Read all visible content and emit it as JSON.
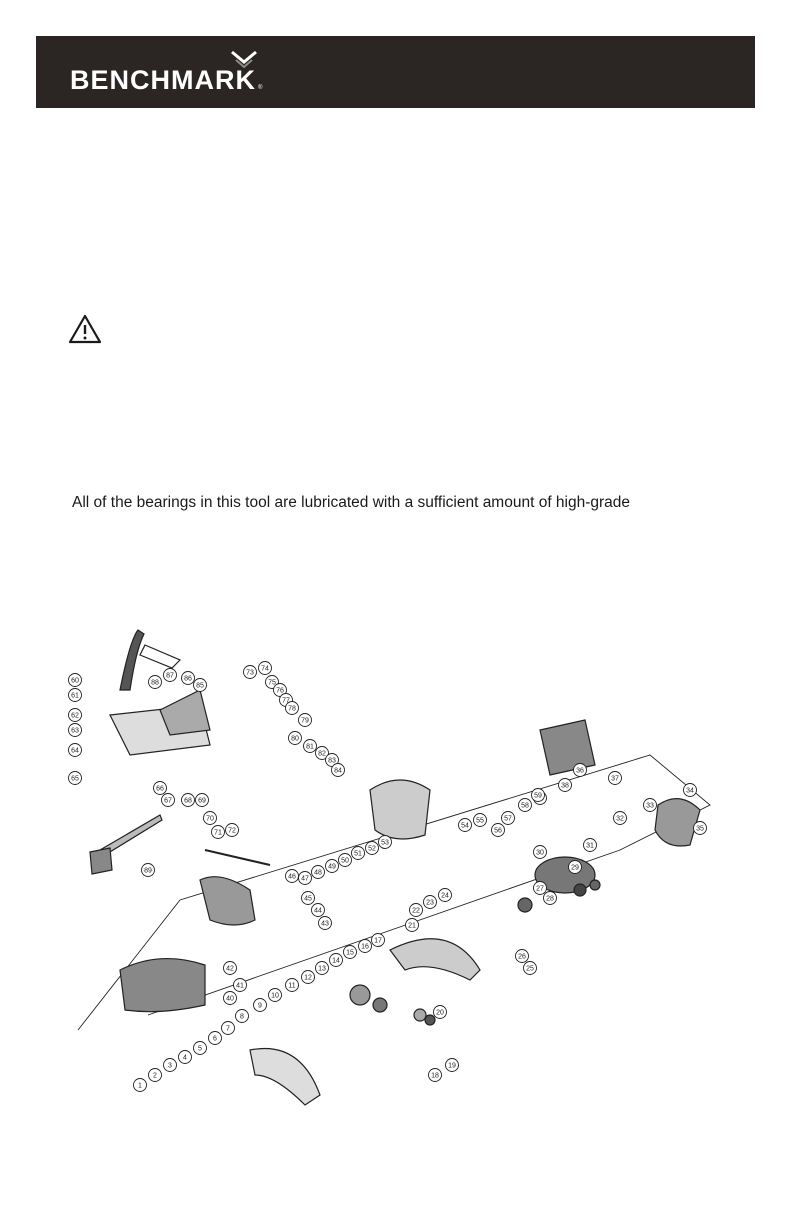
{
  "header": {
    "brand": "BENCHMARK",
    "reg_mark": "®"
  },
  "warning_icon": "warning-triangle-icon",
  "body_text": "All of the bearings in this tool are lubricated with a sufficient amount of high-grade",
  "diagram": {
    "part_labels": [
      "1",
      "2",
      "3",
      "4",
      "5",
      "6",
      "7",
      "8",
      "9",
      "10",
      "11",
      "12",
      "13",
      "14",
      "15",
      "16",
      "17",
      "18",
      "19",
      "20",
      "21",
      "22",
      "23",
      "24",
      "25",
      "26",
      "27",
      "28",
      "29",
      "30",
      "31",
      "32",
      "33",
      "34",
      "35",
      "36",
      "37",
      "38",
      "39",
      "40",
      "41",
      "42",
      "43",
      "44",
      "45",
      "46",
      "47",
      "48",
      "49",
      "50",
      "51",
      "52",
      "53",
      "54",
      "55",
      "56",
      "57",
      "58",
      "59",
      "60",
      "61",
      "62",
      "63",
      "64",
      "65",
      "66",
      "67",
      "68",
      "69",
      "70",
      "71",
      "72",
      "73",
      "74",
      "75",
      "76",
      "77",
      "78",
      "79",
      "80",
      "81",
      "82",
      "83",
      "84",
      "85",
      "86",
      "87",
      "88",
      "89"
    ]
  }
}
